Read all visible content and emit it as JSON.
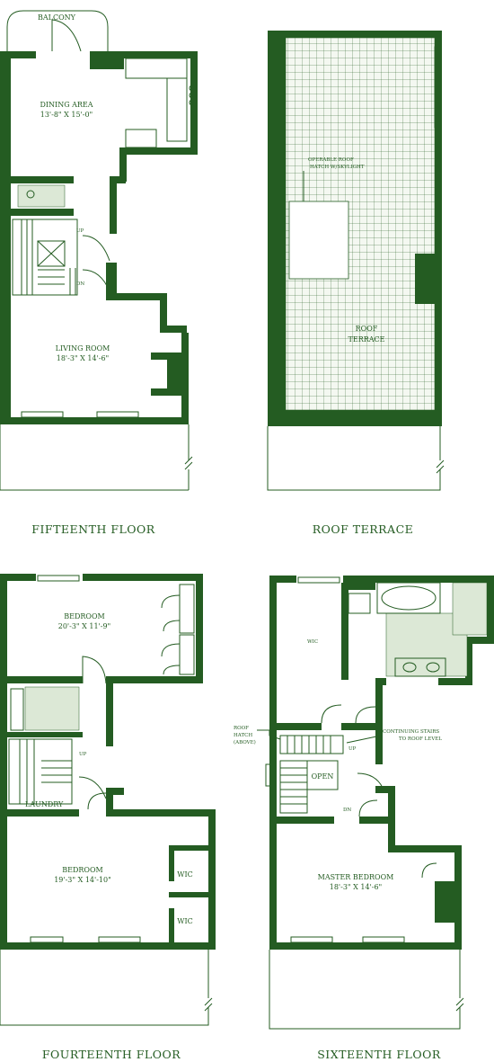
{
  "fifteenth": {
    "title": "FIFTEENTH FLOOR",
    "balcony": "BALCONY",
    "dining_name": "DINING AREA",
    "dining_size": "13'-8\" X 15'-0\"",
    "up": "UP",
    "dn": "DN",
    "living_name": "LIVING ROOM",
    "living_size": "18'-3\" X 14'-6\""
  },
  "roof": {
    "title": "ROOF TERRACE",
    "hatch_line1": "OPERABLE ROOF",
    "hatch_line2": "HATCH W/SKYLIGHT",
    "terrace_line1": "ROOF",
    "terrace_line2": "TERRACE"
  },
  "fourteenth": {
    "title": "FOURTEENTH FLOOR",
    "bedroom1_name": "BEDROOM",
    "bedroom1_size": "20'-3\" X 11'-9\"",
    "up": "UP",
    "laundry": "LAUNDRY",
    "bedroom2_name": "BEDROOM",
    "bedroom2_size": "19'-3\" X 14'-10\"",
    "wic1": "WIC",
    "wic2": "WIC"
  },
  "sixteenth": {
    "title": "SIXTEENTH FLOOR",
    "wic": "WIC",
    "hatch_line1": "ROOF",
    "hatch_line2": "HATCH",
    "hatch_line3": "(ABOVE)",
    "stairs_line1": "CONTINUING STAIRS",
    "stairs_line2": "TO ROOF LEVEL",
    "up": "UP",
    "open": "OPEN",
    "dn": "DN",
    "master_name": "MASTER BEDROOM",
    "master_size": "18'-3\" X 14'-6\""
  }
}
